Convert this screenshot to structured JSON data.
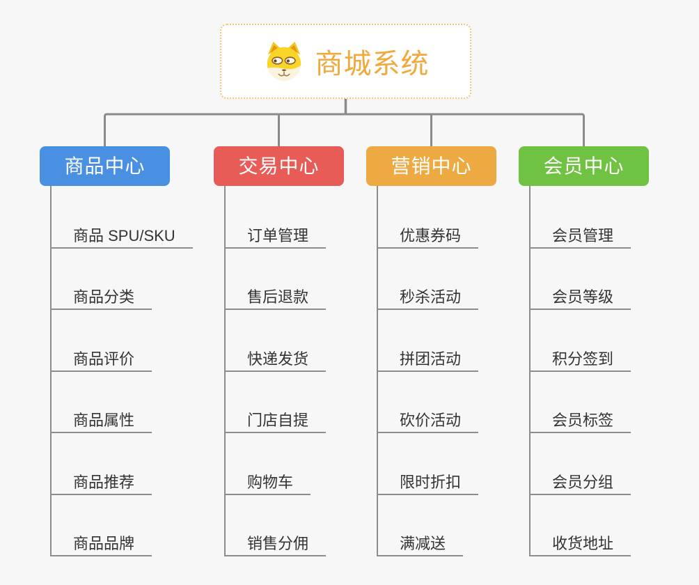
{
  "page": {
    "background_color": "#f7f7f7",
    "connector_color": "#8a8a8a",
    "item_line_color": "#8d8d8d",
    "item_text_color": "#333333"
  },
  "root_node": {
    "title": "商城系统",
    "icon": "dog-face-icon",
    "text_color": "#f0a93c",
    "border_color": "#f3c478",
    "background": "#ffffff"
  },
  "branches": [
    {
      "label": "商品中心",
      "color": "#4a90e2",
      "items": [
        "商品 SPU/SKU",
        "商品分类",
        "商品评价",
        "商品属性",
        "商品推荐",
        "商品品牌"
      ]
    },
    {
      "label": "交易中心",
      "color": "#e85c58",
      "items": [
        "订单管理",
        "售后退款",
        "快递发货",
        "门店自提",
        "购物车",
        "销售分佣"
      ]
    },
    {
      "label": "营销中心",
      "color": "#edaa42",
      "items": [
        "优惠券码",
        "秒杀活动",
        "拼团活动",
        "砍价活动",
        "限时折扣",
        "满减送"
      ]
    },
    {
      "label": "会员中心",
      "color": "#6fc242",
      "items": [
        "会员管理",
        "会员等级",
        "积分签到",
        "会员标签",
        "会员分组",
        "收货地址"
      ]
    }
  ]
}
